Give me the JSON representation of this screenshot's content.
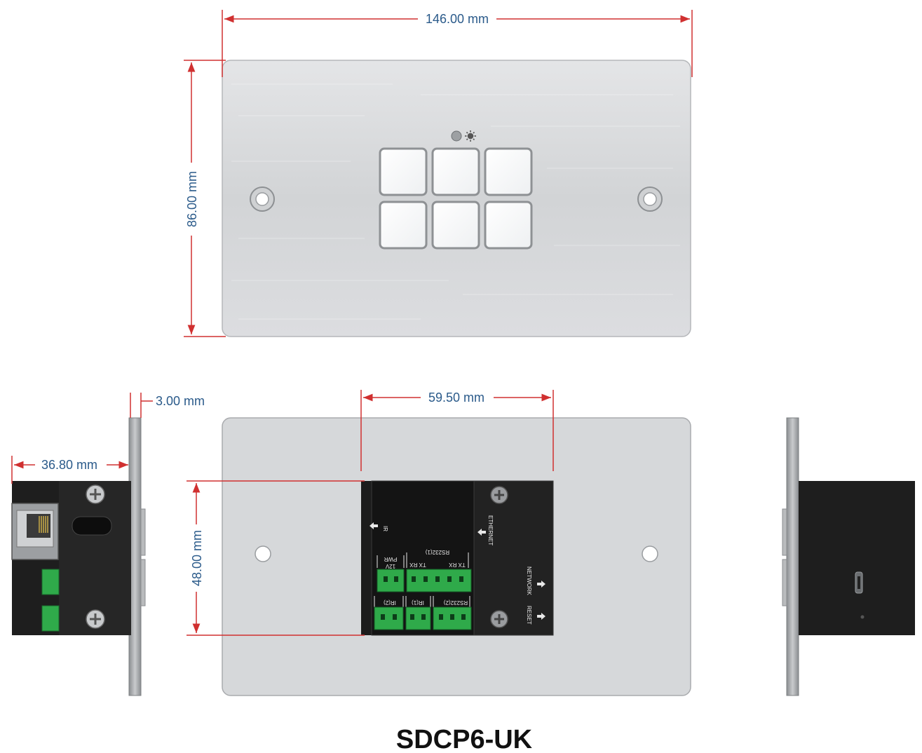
{
  "title": "SDCP6-UK",
  "dimensions": {
    "width": "146.00 mm",
    "height": "86.00 mm",
    "plate_thickness": "3.00 mm",
    "depth": "36.80 mm",
    "box_width": "59.50 mm",
    "box_height": "48.00 mm"
  },
  "rear_labels": {
    "ir_top": "IR",
    "ethernet": "ETHERNET",
    "pwr": "PWR",
    "v12": "12V",
    "txrx1": "TX RX",
    "rs232_1": "RS232(1)",
    "txrx2": "TX RX",
    "ir2": "IR(2)",
    "ir_a": "IR",
    "ir1": "IR(1)",
    "ir_b": "IR",
    "rs232_2": "RS232(2)",
    "rx": "RX",
    "tx": "TX",
    "reset": "RESET",
    "network": "NETWORK"
  },
  "colors": {
    "dimension_line": "#d03030",
    "dimension_text": "#2a5a8a",
    "plate": "#d4d6d8",
    "module": "#1c1c1c",
    "terminal": "#2faa4a"
  }
}
